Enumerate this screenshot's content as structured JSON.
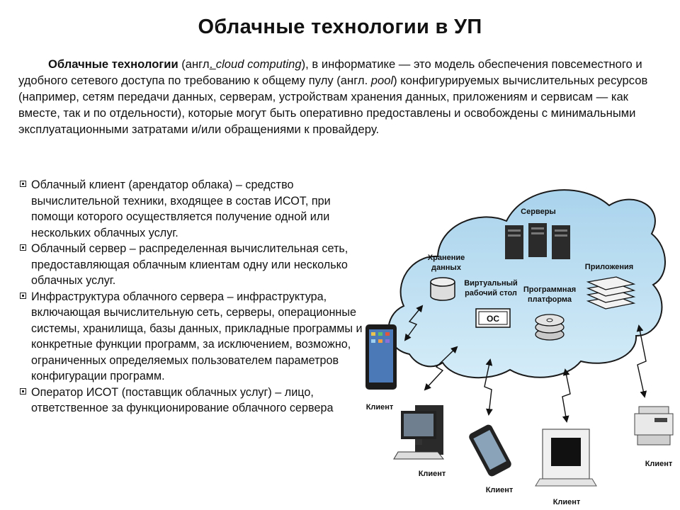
{
  "title": "Облачные технологии в УП",
  "intro": {
    "term": "Облачные технологии",
    "p1": " (англ",
    "p2": ". ",
    "term_en": "cloud computing",
    "p3": "), в информатике — это модель обеспечения повсеместного и удобного сетевого доступа по требованию к общему пулу (англ. ",
    "pool": "pool",
    "p4": ") конфигурируемых вычислительных ресурсов (например, сетям передачи данных, серверам, устройствам хранения данных, приложениям и сервисам — как вместе, так и по отдельности), которые могут быть оперативно предоставлены и освобождены с минимальными эксплуатационными затратами и/или обращениями к провайдеру."
  },
  "bullets": [
    "Облачный клиент (арендатор облака) – средство вычислительной техники, входящее в состав ИСОТ, при помощи которого осуществляется получение одной или нескольких облачных услуг.",
    "Облачный сервер – распределенная вычислительная сеть, предоставляющая облачным клиентам одну или несколько облачных услуг.",
    "Инфраструктура облачного сервера – инфраструктура, включающая вычислительную сеть, серверы, операционные системы, хранилища, базы данных, прикладные программы и конкретные функции программ, за исключением, возможно, ограниченных определяемых пользователем параметров конфигурации программ.",
    "Оператор ИСОТ (поставщик облачных услуг) – лицо, ответственное за функционирование облачного сервера"
  ],
  "diagram": {
    "servers": "Серверы",
    "storage_1": "Хранение",
    "storage_2": "данных",
    "desktop_1": "Виртуальный",
    "desktop_2": "рабочий стол",
    "os": "ОС",
    "apps": "Приложения",
    "platform_1": "Программная",
    "platform_2": "платформа",
    "client_tablet": "Клиент",
    "client_pc": "Клиент",
    "client_phone": "Клиент",
    "client_laptop": "Клиент",
    "client_printer": "Клиент"
  },
  "colors": {
    "cloud_fill": "#b9dcef",
    "cloud_stroke": "#1a1a1a"
  }
}
